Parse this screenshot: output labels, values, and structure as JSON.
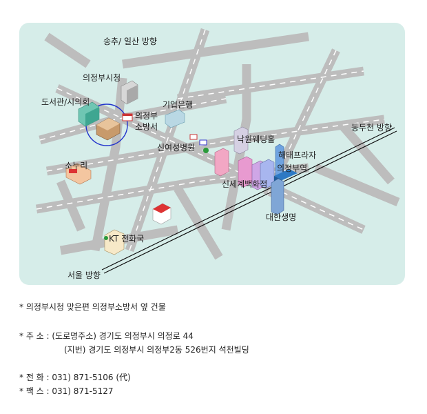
{
  "map": {
    "labels": {
      "songchu_direction": "송추/ 일산 방향",
      "city_hall": "의정부시청",
      "library": "도서관/시의회",
      "fire_station_1": "의정부",
      "fire_station_2": "소방서",
      "ibk_bank": "기업은행",
      "sinyeoseong_hospital": "신여성병원",
      "nakwon_wedding": "낙원웨딩홀",
      "haitai_plaza": "해태프라자",
      "uijeongbu_station": "의정부역",
      "dongducheon_direction": "동두천 방향",
      "sonuri": "소누리",
      "shinsegae": "신세계백화점",
      "daehan_life": "대한생명",
      "kt_office": "KT 전화국",
      "seoul_direction": "서울 방향"
    }
  },
  "info": {
    "note": "* 의정부시청 맞은편 의정부소방서 옆 건물",
    "address_road": "* 주 소 : (도로명주소) 경기도 의정부시 의정로 44",
    "address_lot": "(지번) 경기도 의정부시 의정부2동 526번지 석천빌딩",
    "phone": "* 전 화 : 031) 871-5106 (代)",
    "fax": "* 팩 스 : 031) 871-5127"
  },
  "colors": {
    "map_background": "#d6ede9",
    "road": "#bdbdbd",
    "road_center": "#ffffff",
    "highlight_circle": "#2233cc"
  }
}
